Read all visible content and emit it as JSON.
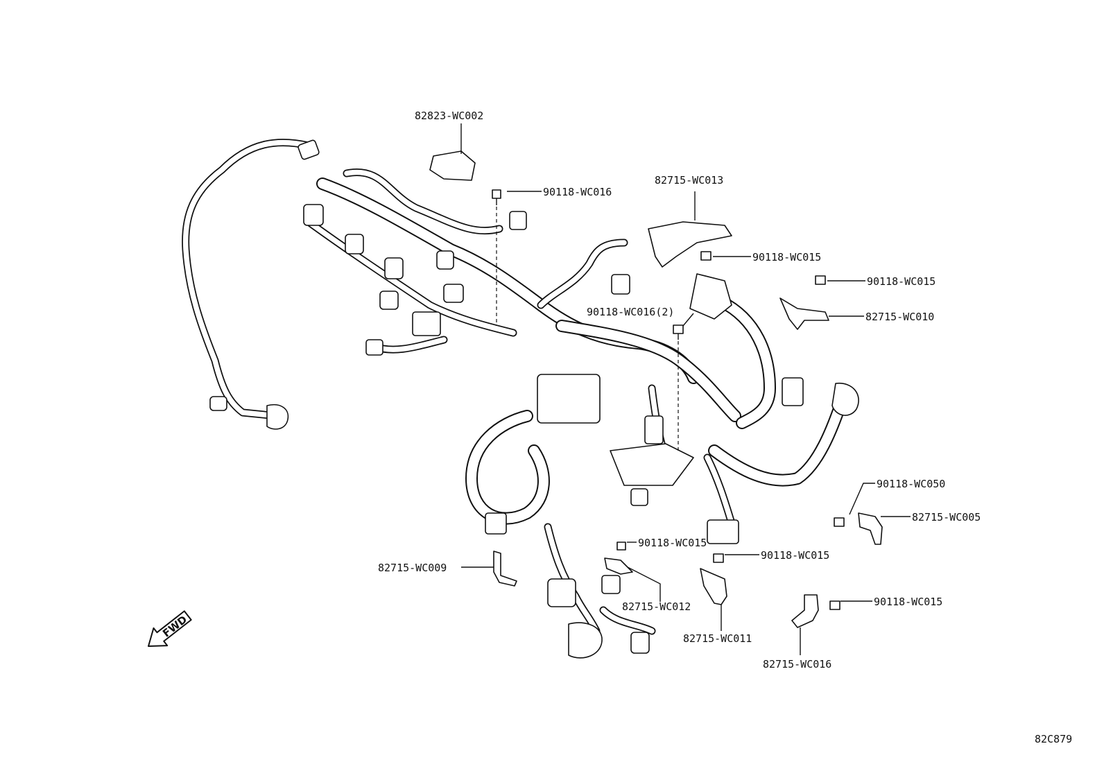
{
  "diagram_id": "82C879",
  "fwd_label": "FWD",
  "callouts": [
    {
      "id": "c1",
      "text": "82823-WC002"
    },
    {
      "id": "c2",
      "text": "90118-WC016"
    },
    {
      "id": "c3",
      "text": "82715-WC013"
    },
    {
      "id": "c4",
      "text": "90118-WC015"
    },
    {
      "id": "c5",
      "text": "90118-WC015"
    },
    {
      "id": "c6",
      "text": "82715-WC010"
    },
    {
      "id": "c7",
      "text": "90118-WC016(2)"
    },
    {
      "id": "c8",
      "text": "90118-WC050"
    },
    {
      "id": "c9",
      "text": "82715-WC005"
    },
    {
      "id": "c10",
      "text": "90118-WC015"
    },
    {
      "id": "c11",
      "text": "90118-WC015"
    },
    {
      "id": "c12",
      "text": "82715-WC009"
    },
    {
      "id": "c13",
      "text": "82715-WC012"
    },
    {
      "id": "c14",
      "text": "82715-WC011"
    },
    {
      "id": "c15",
      "text": "90118-WC015"
    },
    {
      "id": "c16",
      "text": "82715-WC016"
    }
  ]
}
